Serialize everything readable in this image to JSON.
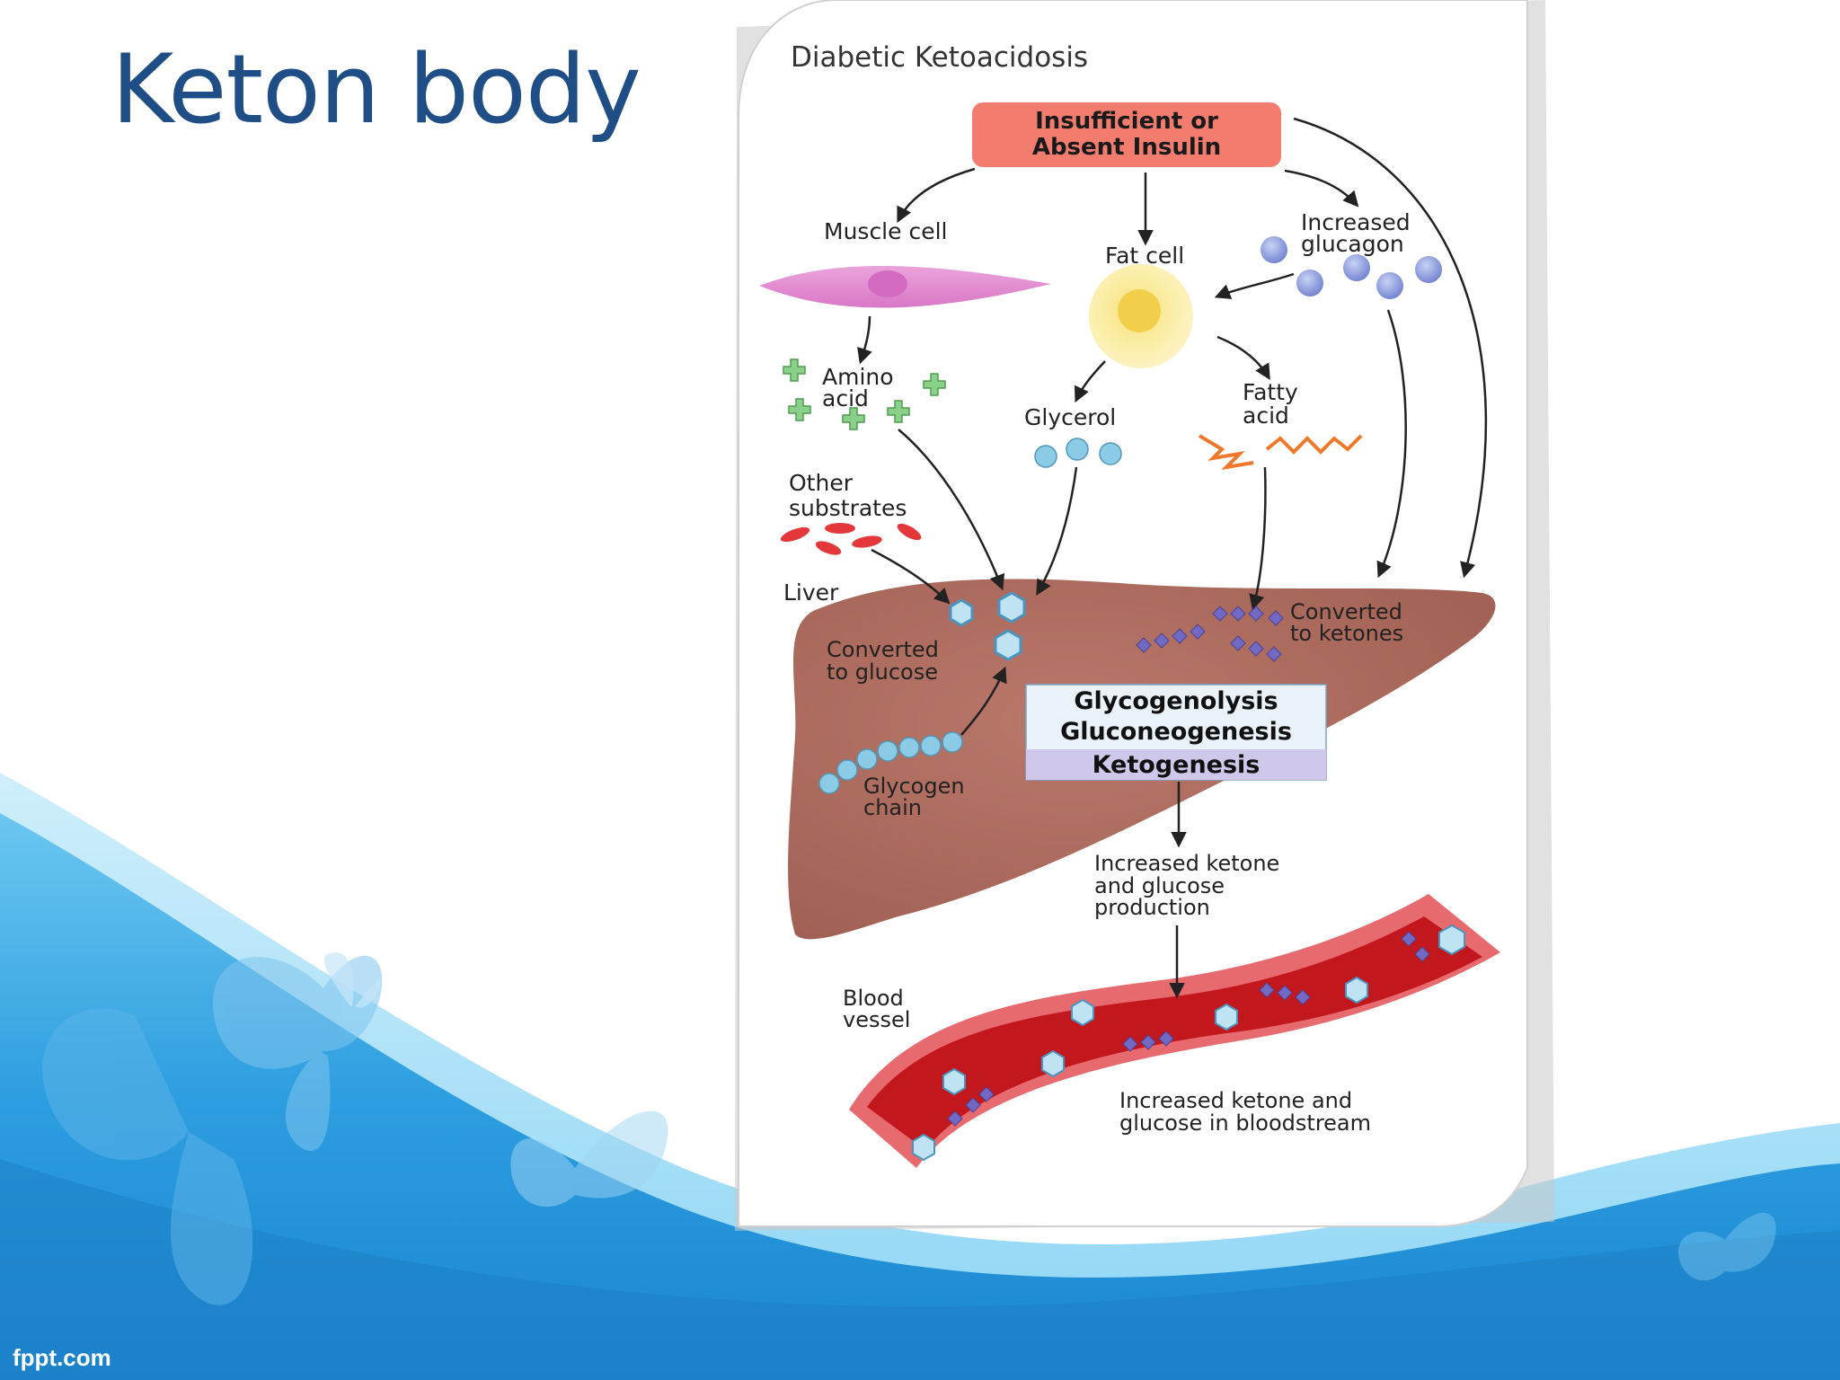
{
  "slide": {
    "title": "Keton body",
    "footer": "fppt.com"
  },
  "diagram": {
    "heading": "Diabetic Ketoacidosis",
    "insulin_line1": "Insufficient or",
    "insulin_line2": "Absent Insulin",
    "muscle_cell": "Muscle cell",
    "fat_cell": "Fat cell",
    "glucagon_line1": "Increased",
    "glucagon_line2": "glucagon",
    "amino_line1": "Amino",
    "amino_line2": "acid",
    "glycerol": "Glycerol",
    "fatty_line1": "Fatty",
    "fatty_line2": "acid",
    "other_line1": "Other",
    "other_line2": "substrates",
    "liver": "Liver",
    "to_glucose_line1": "Converted",
    "to_glucose_line2": "to glucose",
    "to_ketones_line1": "Converted",
    "to_ketones_line2": "to ketones",
    "process1": "Glycogenolysis",
    "process2": "Gluconeogenesis",
    "process3": "Ketogenesis",
    "glycogen_line1": "Glycogen",
    "glycogen_line2": "chain",
    "production_line1": "Increased ketone",
    "production_line2": "and glucose",
    "production_line3": "production",
    "vessel_line1": "Blood",
    "vessel_line2": "vessel",
    "bloodstream_line1": "Increased ketone and",
    "bloodstream_line2": "glucose in bloodstream"
  },
  "colors": {
    "title": "#1f4e86",
    "insulin_box": "#f27d6f",
    "liver": "#a8685a",
    "vessel": "#c2181d",
    "glucose": "#bfe3f2",
    "ketone": "#7169c4",
    "wave_blue": "#3aa8e4"
  }
}
